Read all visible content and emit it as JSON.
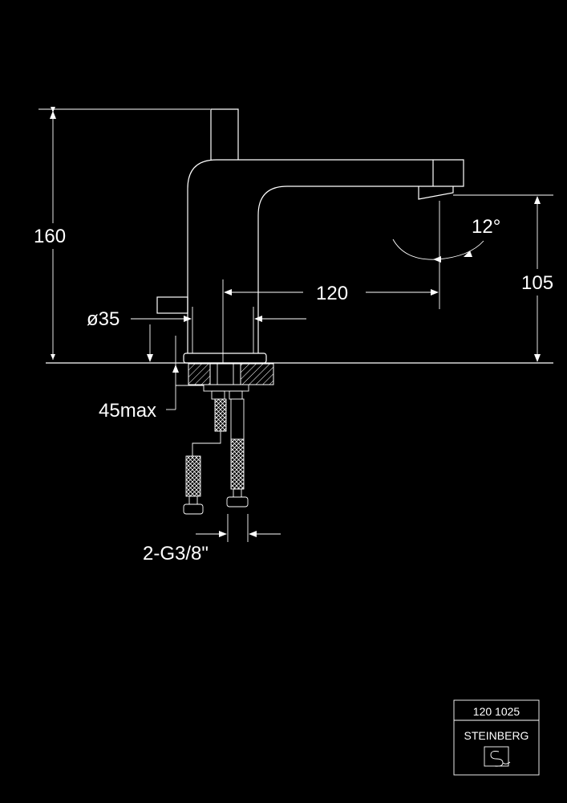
{
  "dimensions": {
    "height_total": "160",
    "spout_height": "105",
    "spout_reach": "120",
    "swivel_angle": "12°",
    "base_diameter": "ø35",
    "mount_thickness": "45max",
    "connections": "2-G3/8\""
  },
  "title_block": {
    "article_number": "120 1025",
    "brand": "STEINBERG"
  },
  "colors": {
    "background": "#000000",
    "lines": "#ffffff"
  }
}
